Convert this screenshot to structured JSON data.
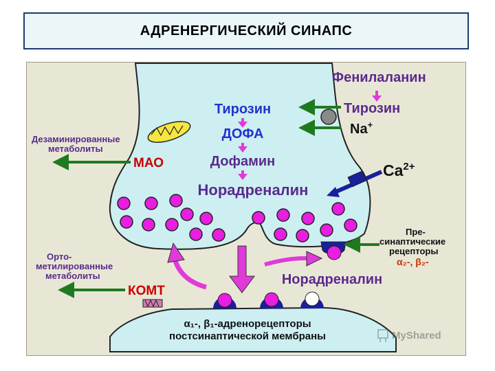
{
  "title": "АДРЕНЕРГИЧЕСКИЙ СИНАПС",
  "labels": {
    "phenylalanine": "Фенилаланин",
    "tyrosine_out": "Тирозин",
    "na": "Na",
    "na_sup": "+",
    "ca": "Ca",
    "ca_sup": "2+",
    "tyrosine_in": "Тирозин",
    "dopa": "ДОФА",
    "dopamine": "Дофамин",
    "noradrenaline_in": "Норадреналин",
    "noradrenaline_cleft": "Норадреналин",
    "mao": "МАО",
    "comt": "КОМТ",
    "deaminated_1": "Дезаминированные",
    "deaminated_2": "метаболиты",
    "orthomethyl_1": "Орто-",
    "orthomethyl_2": "метилированные",
    "orthomethyl_3": "метаболиты",
    "presyn_1": "Пре-",
    "presyn_2": "синаптические",
    "presyn_3": "рецепторы",
    "presyn_4": "α₂-, β₂-",
    "postsyn_1": "α₁-, β₁-адренорецепторы",
    "postsyn_2": "постсинаптической мембраны",
    "watermark": "MyShared"
  },
  "colors": {
    "terminal_fill": "#cdeff2",
    "vesicle": "#e81ee0",
    "arrow_green": "#1f7a1f",
    "arrow_magenta": "#e03ad8",
    "mao_red": "#cc0000",
    "receptor_navy": "#1a1f9c"
  }
}
